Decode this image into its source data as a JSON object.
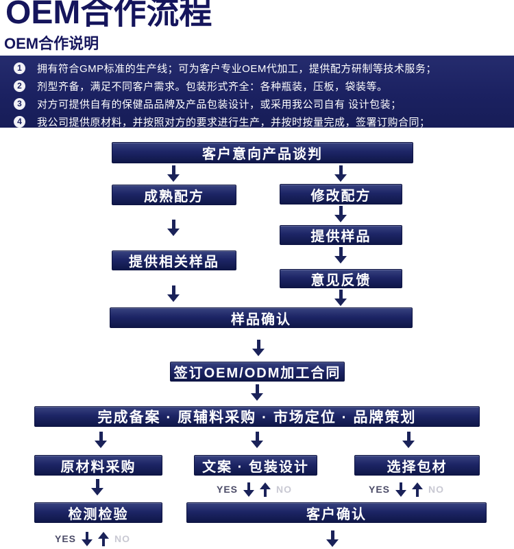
{
  "header": {
    "title": "OEM合作流程",
    "subtitle": "OEM合作说明"
  },
  "notes": {
    "items": [
      {
        "num": "1",
        "text": "拥有符合GMP标准的生产线；可为客户专业OEM代加工，提供配方研制等技术服务；"
      },
      {
        "num": "2",
        "text": "剂型齐备，满足不同客户需求。包装形式齐全：各种瓶装，压板，袋装等。"
      },
      {
        "num": "3",
        "text": "对方可提供自有的保健品品牌及产品包装设计，或采用我公司自有 设计包装；"
      },
      {
        "num": "4",
        "text": "我公司提供原材料，并按照对方的要求进行生产，并按时按量完成，签署订购合同；"
      }
    ]
  },
  "flow": {
    "nodes": {
      "negotiation": "客户意向产品谈判",
      "mature_formula": "成熟配方",
      "modify_formula": "修改配方",
      "provide_samples": "提供样品",
      "provide_related_samples": "提供相关样品",
      "feedback": "意见反馈",
      "sample_confirm": "样品确认",
      "sign_contract": "签订OEM/ODM加工合同",
      "filing": "完成备案 · 原辅料采购 · 市场定位 · 品牌策划",
      "raw_material": "原材料采购",
      "copywriting": "文案 · 包装设计",
      "packaging": "选择包材",
      "inspection": "检测检验",
      "customer_confirm": "客户确认"
    },
    "yes": "YES",
    "no": "NO",
    "edges": [
      {
        "from": "客户意向产品谈判",
        "to": "成熟配方"
      },
      {
        "from": "客户意向产品谈判",
        "to": "修改配方"
      },
      {
        "from": "成熟配方",
        "to": "提供相关样品"
      },
      {
        "from": "修改配方",
        "to": "提供样品"
      },
      {
        "from": "提供样品",
        "to": "意见反馈"
      },
      {
        "from": "提供相关样品",
        "to": "样品确认"
      },
      {
        "from": "意见反馈",
        "to": "样品确认"
      },
      {
        "from": "样品确认",
        "to": "签订OEM/ODM加工合同"
      },
      {
        "from": "签订OEM/ODM加工合同",
        "to": "完成备案 · 原辅料采购 · 市场定位 · 品牌策划"
      },
      {
        "from": "完成备案 · 原辅料采购 · 市场定位 · 品牌策划",
        "to": "原材料采购"
      },
      {
        "from": "完成备案 · 原辅料采购 · 市场定位 · 品牌策划",
        "to": "文案 · 包装设计"
      },
      {
        "from": "完成备案 · 原辅料采购 · 市场定位 · 品牌策划",
        "to": "选择包材"
      },
      {
        "from": "原材料采购",
        "to": "检测检验"
      },
      {
        "from": "文案 · 包装设计",
        "to": "客户确认",
        "label": "YES/NO"
      },
      {
        "from": "选择包材",
        "to": "客户确认",
        "label": "YES/NO"
      },
      {
        "from": "检测检验",
        "to": "(下一步)",
        "label": "YES/NO"
      },
      {
        "from": "客户确认",
        "to": "(下一步)"
      }
    ]
  },
  "colors": {
    "navy_text": "#15155c",
    "banner_bg": "#1b2161",
    "node_top": "#37427f",
    "node_bottom": "#0f1748",
    "arrow": "#1a2259",
    "yes_label": "#4a4a66",
    "no_label": "#c9c9d3"
  }
}
